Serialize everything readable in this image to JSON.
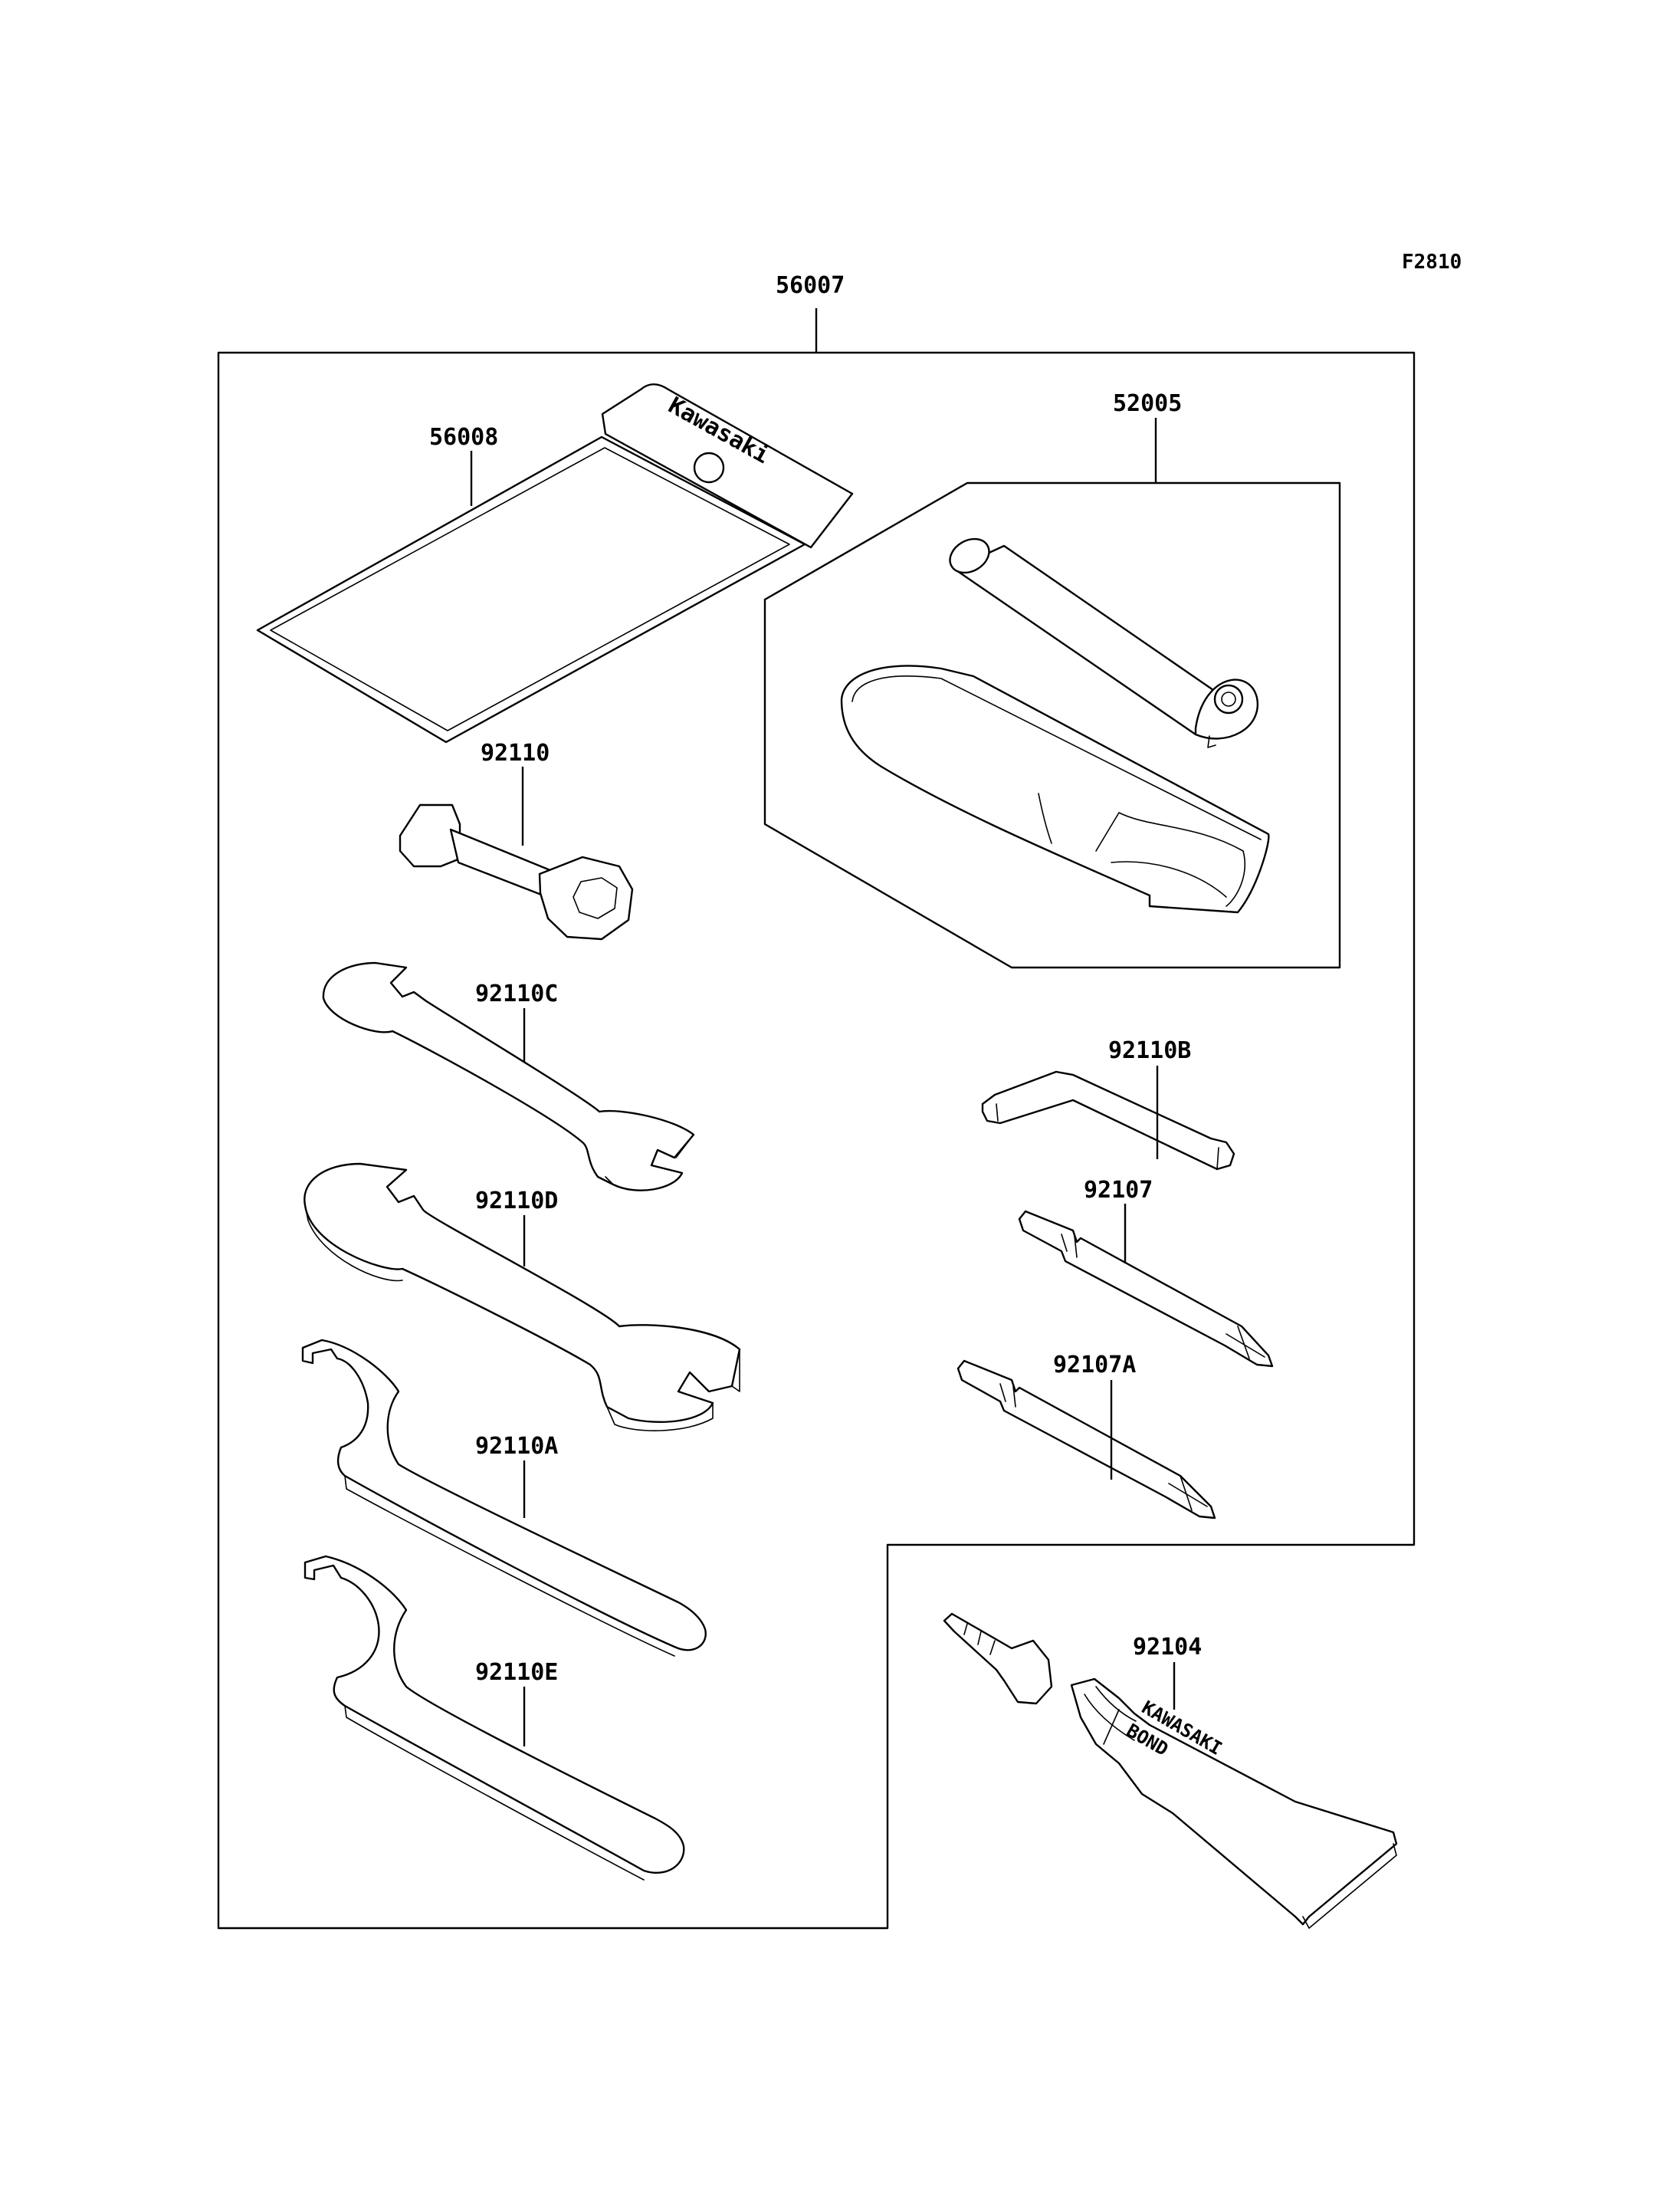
{
  "figure_code": "F2810",
  "labels": {
    "kit": "56007",
    "pouch": "56008",
    "plug_wrench_set": "52005",
    "plug_wrench": "92110",
    "wrench_c": "92110C",
    "wrench_d": "92110D",
    "hook_wrench_a": "92110A",
    "hook_wrench_e": "92110E",
    "hex_key": "92110B",
    "screwdriver": "92107",
    "screwdriver_a": "92107A",
    "bond": "92104"
  },
  "printed_markings": {
    "pouch_brand": "Kawasaki",
    "tube_brand": "KAWASAKI",
    "tube_product": "BOND"
  }
}
